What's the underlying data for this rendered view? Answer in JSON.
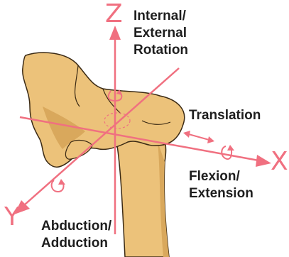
{
  "axes": {
    "z_letter": "Z",
    "x_letter": "X",
    "y_letter": "Y"
  },
  "labels": {
    "rotation_line1": "Internal/",
    "rotation_line2": "External",
    "rotation_line3": "Rotation",
    "translation": "Translation",
    "flexion_line1": "Flexion/",
    "flexion_line2": "Extension",
    "abduction_line1": "Abduction/",
    "abduction_line2": "Adduction"
  },
  "colors": {
    "axis": "#f07080",
    "bone_fill": "#ecc27a",
    "bone_outline": "#3b2a14",
    "text": "#1e1e1e",
    "background": "#ffffff"
  }
}
